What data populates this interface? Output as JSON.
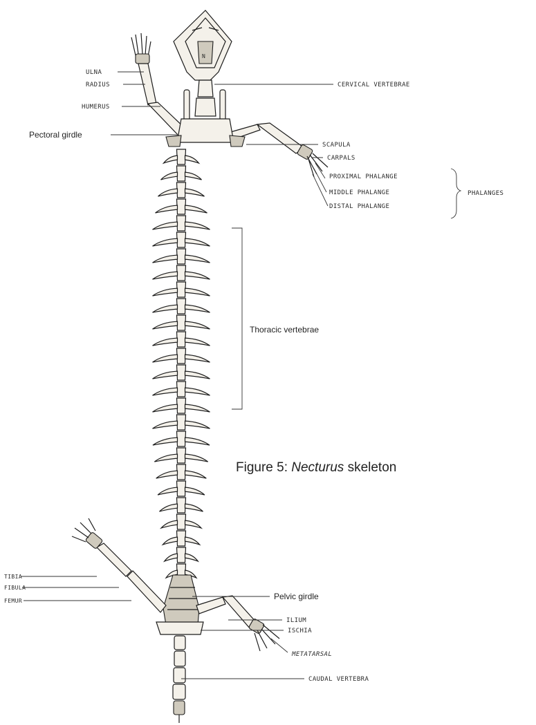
{
  "caption": {
    "prefix": "Figure 5: ",
    "genus": "Necturus",
    "suffix": " skeleton"
  },
  "labels": {
    "ulna": "ULNA",
    "radius": "RADIUS",
    "humerus": "HUMERUS",
    "pectoral_girdle": "Pectoral girdle",
    "cervical_vertebrae": "CERVICAL VERTEBRAE",
    "scapula": "SCAPULA",
    "carpals": "CARPALS",
    "proximal_phalange": "PROXIMAL PHALANGE",
    "middle_phalange": "MIDDLE PHALANGE",
    "distal_phalange": "DISTAL PHALANGE",
    "phalanges": "PHALANGES",
    "thoracic_vertebrae": "Thoracic vertebrae",
    "tibia": "TIBIA",
    "fibula": "FIBULA",
    "femur": "FEMUR",
    "pelvic_girdle": "Pelvic girdle",
    "ilium": "ILIUM",
    "ischia": "ISCHIA",
    "metatarsal": "METATARSAL",
    "caudal_vertebra": "CAUDAL VERTEBRA"
  }
}
